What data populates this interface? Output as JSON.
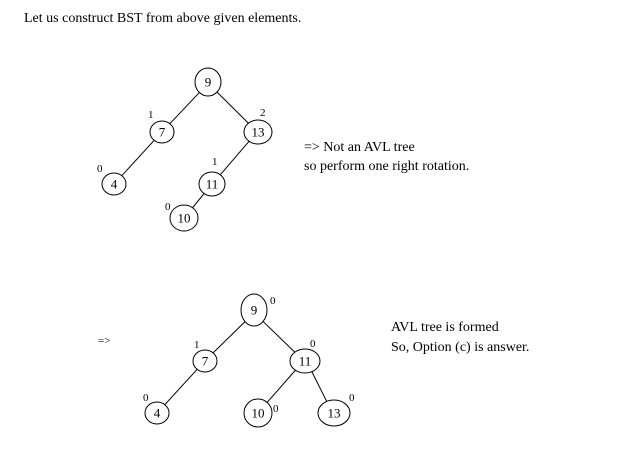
{
  "heading": "Let us construct BST from above given elements.",
  "tree1": {
    "nodes": [
      {
        "id": "n9",
        "value": "9",
        "bf": ""
      },
      {
        "id": "n7",
        "value": "7",
        "bf": "1"
      },
      {
        "id": "n13",
        "value": "13",
        "bf": "2"
      },
      {
        "id": "n4",
        "value": "4",
        "bf": "0"
      },
      {
        "id": "n11",
        "value": "11",
        "bf": "1"
      },
      {
        "id": "n10",
        "value": "10",
        "bf": "0"
      }
    ],
    "edges": [
      [
        "n9",
        "n7"
      ],
      [
        "n9",
        "n13"
      ],
      [
        "n7",
        "n4"
      ],
      [
        "n13",
        "n11"
      ],
      [
        "n11",
        "n10"
      ]
    ],
    "note_line1": "=> Not an AVL tree",
    "note_line2": "so perform one right rotation."
  },
  "arrow": "=>",
  "tree2": {
    "nodes": [
      {
        "id": "m9",
        "value": "9",
        "bf": "0"
      },
      {
        "id": "m7",
        "value": "7",
        "bf": "1"
      },
      {
        "id": "m11",
        "value": "11",
        "bf": "0"
      },
      {
        "id": "m4",
        "value": "4",
        "bf": "0"
      },
      {
        "id": "m10",
        "value": "10",
        "bf": "0"
      },
      {
        "id": "m13",
        "value": "13",
        "bf": "0"
      }
    ],
    "edges": [
      [
        "m9",
        "m7"
      ],
      [
        "m9",
        "m11"
      ],
      [
        "m7",
        "m4"
      ],
      [
        "m11",
        "m10"
      ],
      [
        "m11",
        "m13"
      ]
    ],
    "note_line1": "AVL tree is formed",
    "note_line2": "So, Option (c) is answer."
  }
}
